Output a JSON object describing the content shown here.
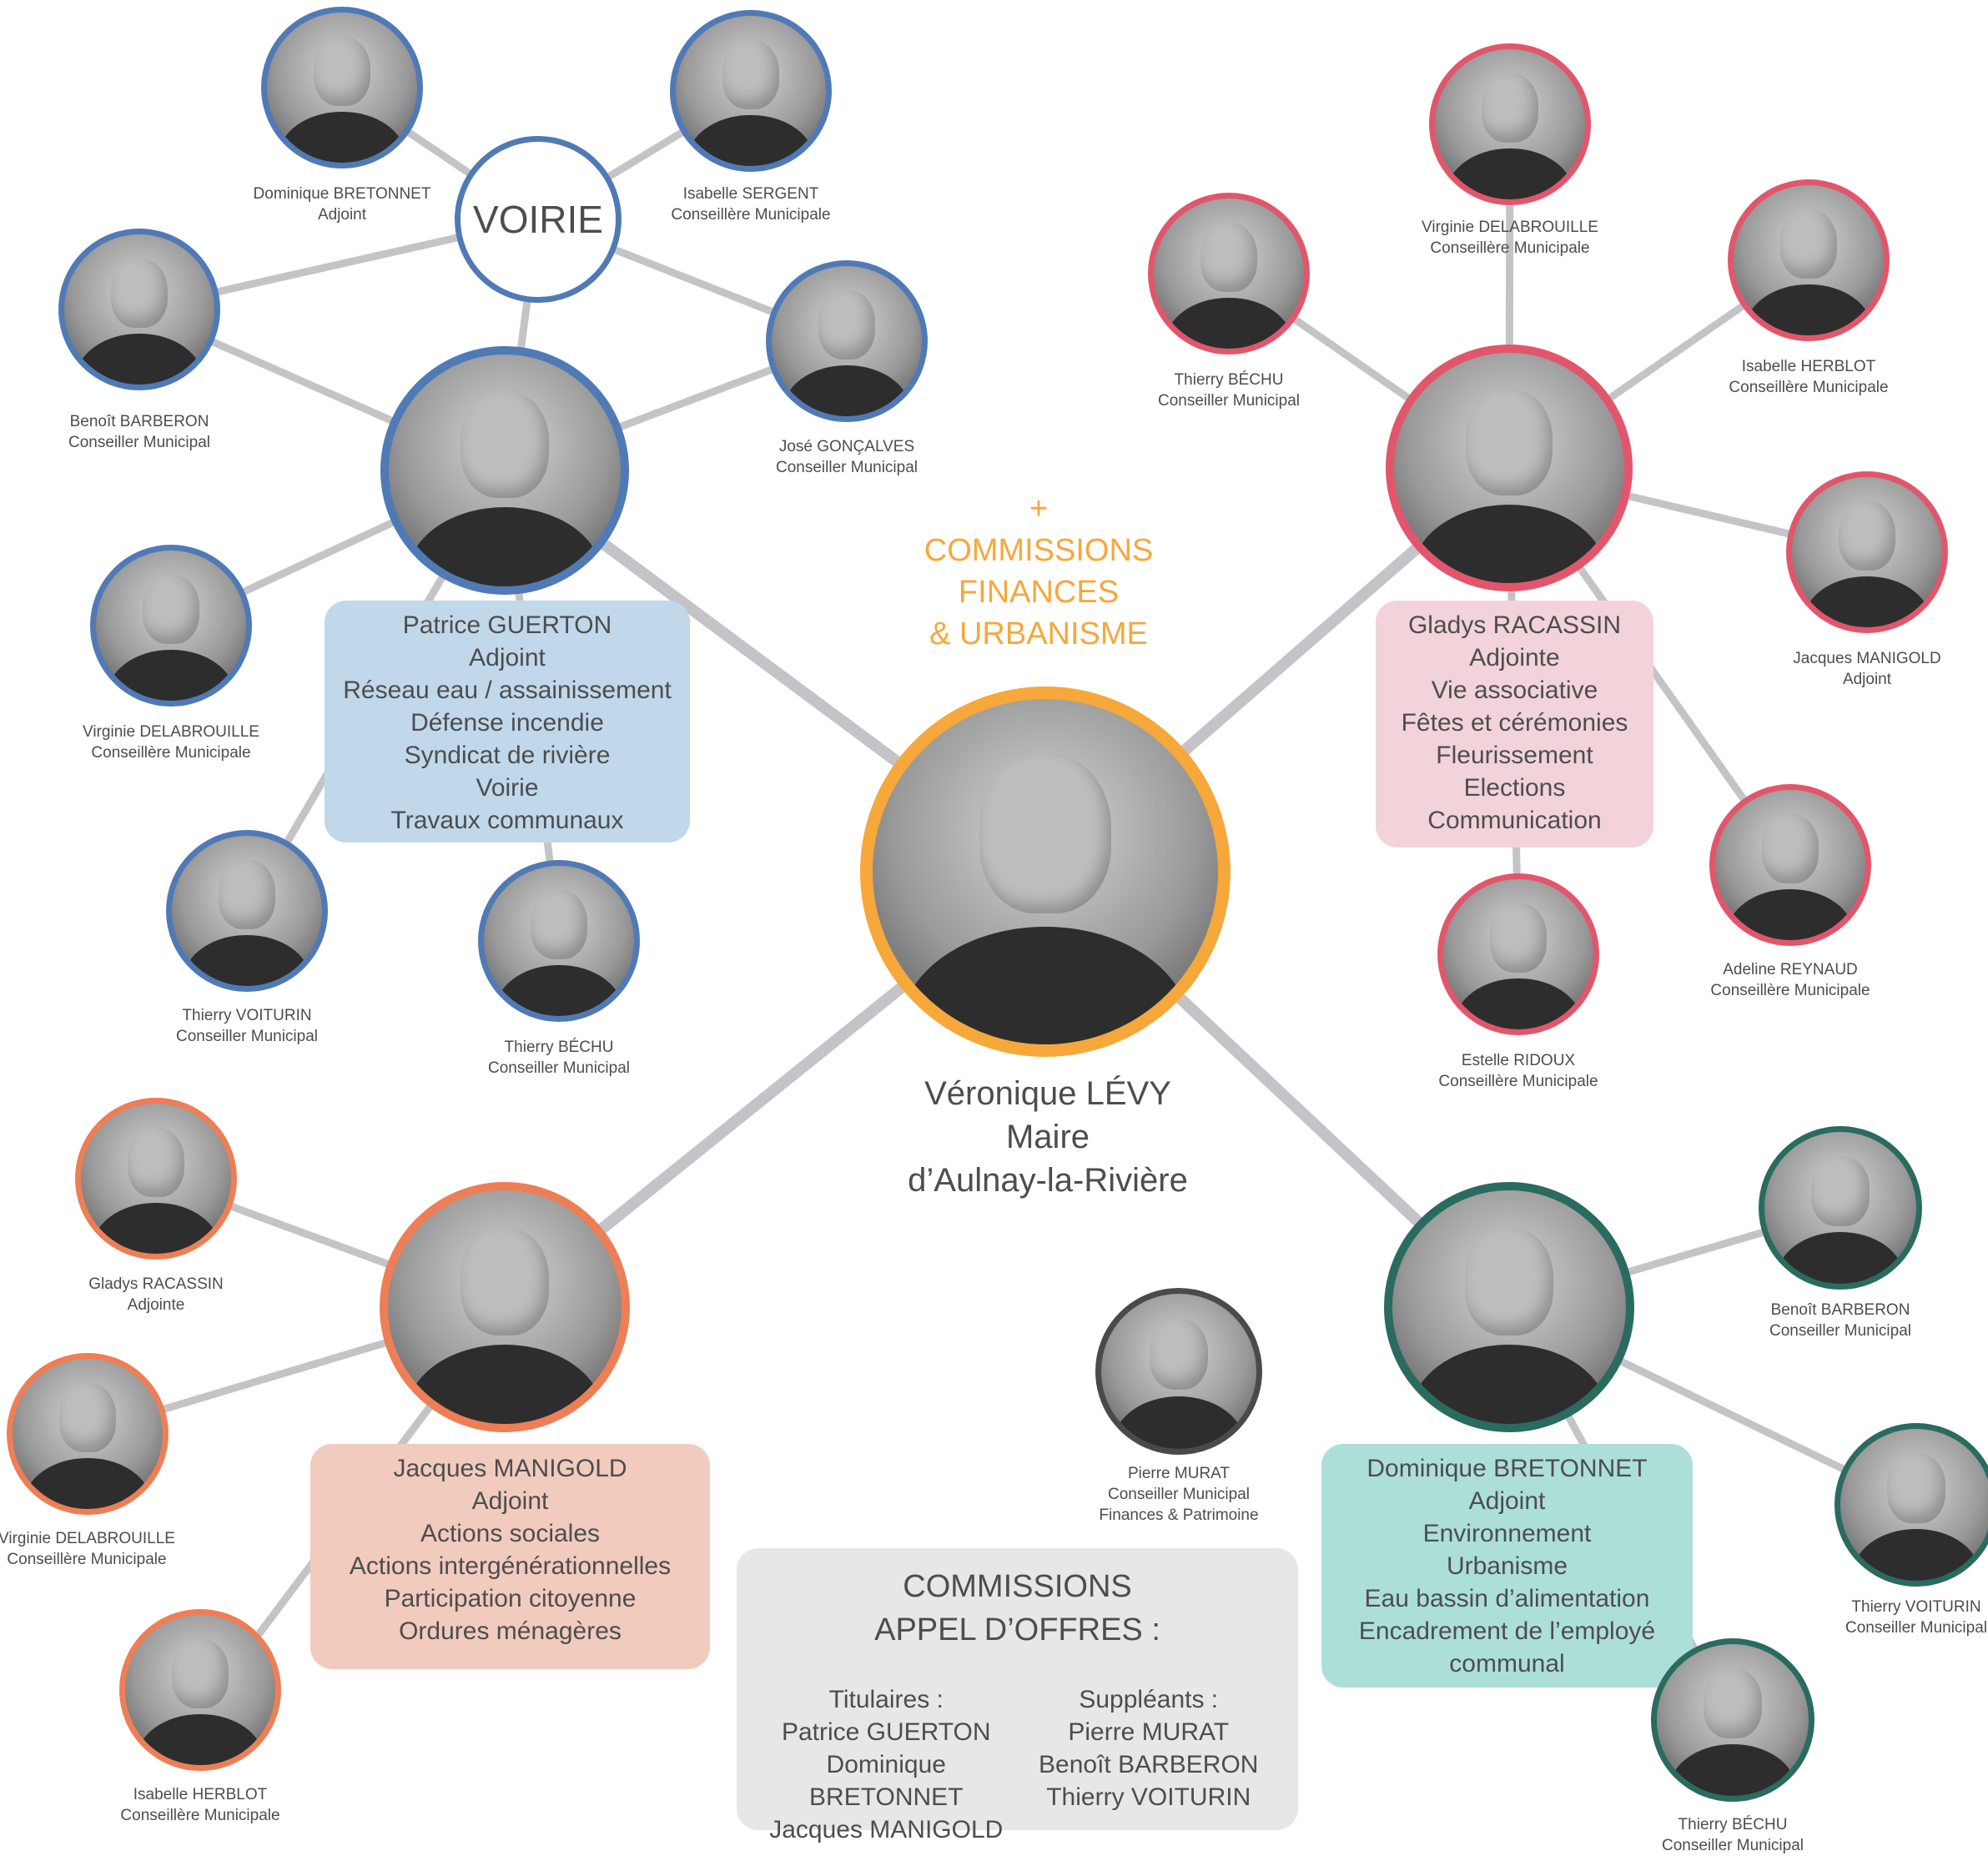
{
  "mayor": {
    "name": "Véronique LÉVY",
    "role": "Maire",
    "place": "d’Aulnay-la-Rivière"
  },
  "commissions_note": {
    "plus": "+",
    "line1": "COMMISSIONS",
    "line2": "FINANCES",
    "line3": "& URBANISME"
  },
  "voirie": {
    "label": "VOIRIE"
  },
  "blue": {
    "lines": [
      "Patrice GUERTON",
      "Adjoint",
      "Réseau eau / assainissement",
      "Défense incendie",
      "Syndicat de rivière",
      "Voirie",
      "Travaux communaux"
    ],
    "members": [
      {
        "name": "Dominique BRETONNET",
        "role": "Adjoint"
      },
      {
        "name": "Isabelle SERGENT",
        "role": "Conseillère Municipale"
      },
      {
        "name": "Benoît BARBERON",
        "role": "Conseiller Municipal"
      },
      {
        "name": "José GONÇALVES",
        "role": "Conseiller Municipal"
      },
      {
        "name": "Virginie DELABROUILLE",
        "role": "Conseillère Municipale"
      },
      {
        "name": "Thierry VOITURIN",
        "role": "Conseiller Municipal"
      },
      {
        "name": "Thierry BÉCHU",
        "role": "Conseiller Municipal"
      }
    ]
  },
  "pink": {
    "lines": [
      "Gladys RACASSIN",
      "Adjointe",
      "Vie associative",
      "Fêtes et cérémonies",
      "Fleurissement",
      "Elections",
      "Communication"
    ],
    "members": [
      {
        "name": "Virginie DELABROUILLE",
        "role": "Conseillère Municipale"
      },
      {
        "name": "Thierry BÉCHU",
        "role": "Conseiller Municipal"
      },
      {
        "name": "Isabelle HERBLOT",
        "role": "Conseillère Municipale"
      },
      {
        "name": "Jacques MANIGOLD",
        "role": "Adjoint"
      },
      {
        "name": "Adeline REYNAUD",
        "role": "Conseillère Municipale"
      },
      {
        "name": "Estelle RIDOUX",
        "role": "Conseillère Municipale"
      }
    ]
  },
  "orange": {
    "lines": [
      "Jacques MANIGOLD",
      "Adjoint",
      "Actions sociales",
      "Actions intergénérationnelles",
      "Participation citoyenne",
      "Ordures ménagères"
    ],
    "members": [
      {
        "name": "Gladys RACASSIN",
        "role": "Adjointe"
      },
      {
        "name": "Virginie DELABROUILLE",
        "role": "Conseillère Municipale"
      },
      {
        "name": "Isabelle HERBLOT",
        "role": "Conseillère Municipale"
      }
    ]
  },
  "teal": {
    "lines": [
      "Dominique BRETONNET",
      "Adjoint",
      "Environnement",
      "Urbanisme",
      "Eau bassin d’alimentation",
      "Encadrement de l’employé",
      "communal"
    ],
    "members": [
      {
        "name": "Benoît BARBERON",
        "role": "Conseiller Municipal"
      },
      {
        "name": "Thierry VOITURIN",
        "role": "Conseiller Municipal"
      },
      {
        "name": "Thierry BÉCHU",
        "role": "Conseiller Municipal"
      }
    ]
  },
  "murat": {
    "name": "Pierre MURAT",
    "role": "Conseiller Municipal",
    "extra": "Finances & Patrimoine"
  },
  "cao": {
    "title1": "COMMISSIONS",
    "title2": "APPEL D’OFFRES :",
    "titulaires_label": "Titulaires :",
    "titulaires": [
      "Patrice GUERTON",
      "Dominique BRETONNET",
      "Jacques MANIGOLD"
    ],
    "suppleants_label": "Suppléants :",
    "suppleants": [
      "Pierre MURAT",
      "Benoît BARBERON",
      "Thierry VOITURIN"
    ]
  },
  "colors": {
    "blue": "#4f7ab5",
    "pink": "#e2566c",
    "orange": "#ee7e55",
    "teal": "#2a6b5f",
    "mayor": "#f6a83b",
    "link": "#c4c4c8"
  }
}
